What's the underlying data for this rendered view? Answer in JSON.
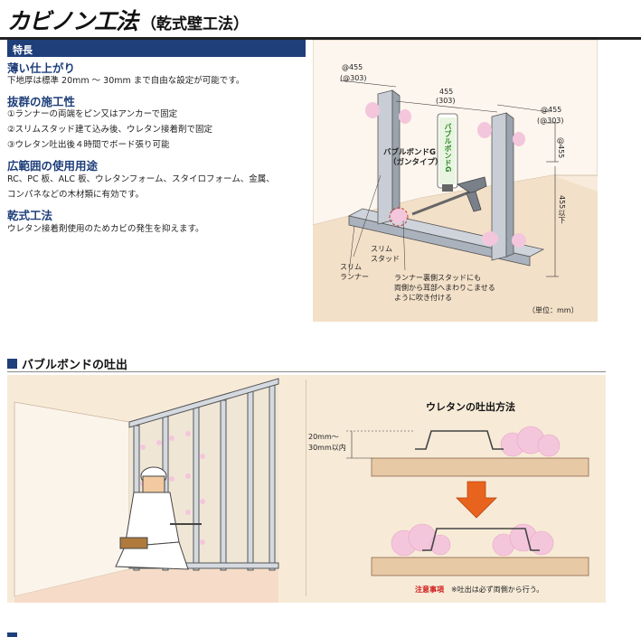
{
  "header": {
    "title": "カビノン工法",
    "subtitle": "（乾式壁工法）"
  },
  "features": {
    "label": "特長",
    "items": [
      {
        "heading": "薄い仕上がり",
        "lines": [
          "下地厚は標準 20mm ～ 30mm まで自由な設定が可能です。"
        ]
      },
      {
        "heading": "抜群の施工性",
        "lines": [
          "①ランナーの両端をピン又はアンカーで固定",
          "②スリムスタッド建て込み後、ウレタン接着剤で固定",
          "③ウレタン吐出後４時間でボード張り可能"
        ]
      },
      {
        "heading": "広範囲の使用用途",
        "lines": [
          "RC、PC 板、ALC 板、ウレタンフォーム、スタイロフォーム、金属、",
          "コンパネなどの木材類に有効です。"
        ]
      },
      {
        "heading": "乾式工法",
        "lines": [
          "ウレタン接着剤使用のためカビの発生を抑えます。"
        ]
      }
    ]
  },
  "diagram1": {
    "dim_455_top": "@455",
    "dim_303_top": "(@303)",
    "dim_455_mid": "455",
    "dim_303_mid": "(303)",
    "dim_455_right": "@455",
    "dim_303_right": "(@303)",
    "dim_vert_455": "@455",
    "dim_vert_455_below": "455以下",
    "can_text": "バブルボンドG",
    "product_label_1": "バブルボンドG",
    "product_label_2": "（ガンタイプ）",
    "stud_label_1": "スリム",
    "stud_label_2": "スタッド",
    "runner_label_1": "スリム",
    "runner_label_2": "ランナー",
    "note_1": "ランナー裏側スタッドにも",
    "note_2": "両側から耳部へまわりこませる",
    "note_3": "ように吹き付ける",
    "unit": "（単位：mm）"
  },
  "section2": {
    "title": "バブルボンドの吐出",
    "method_title": "ウレタンの吐出方法",
    "dim_label_1": "20mm～",
    "dim_label_2": "30mm以内",
    "caution_label": "注意事項",
    "caution_text": "※吐出は必ず両側から行う。"
  },
  "colors": {
    "navy": "#1f3f7a",
    "panel_bg": "#f8ebdc",
    "foam_pink": "#f4c6dc",
    "arrow_orange": "#e8641e",
    "caution_red": "#d11a1a"
  }
}
